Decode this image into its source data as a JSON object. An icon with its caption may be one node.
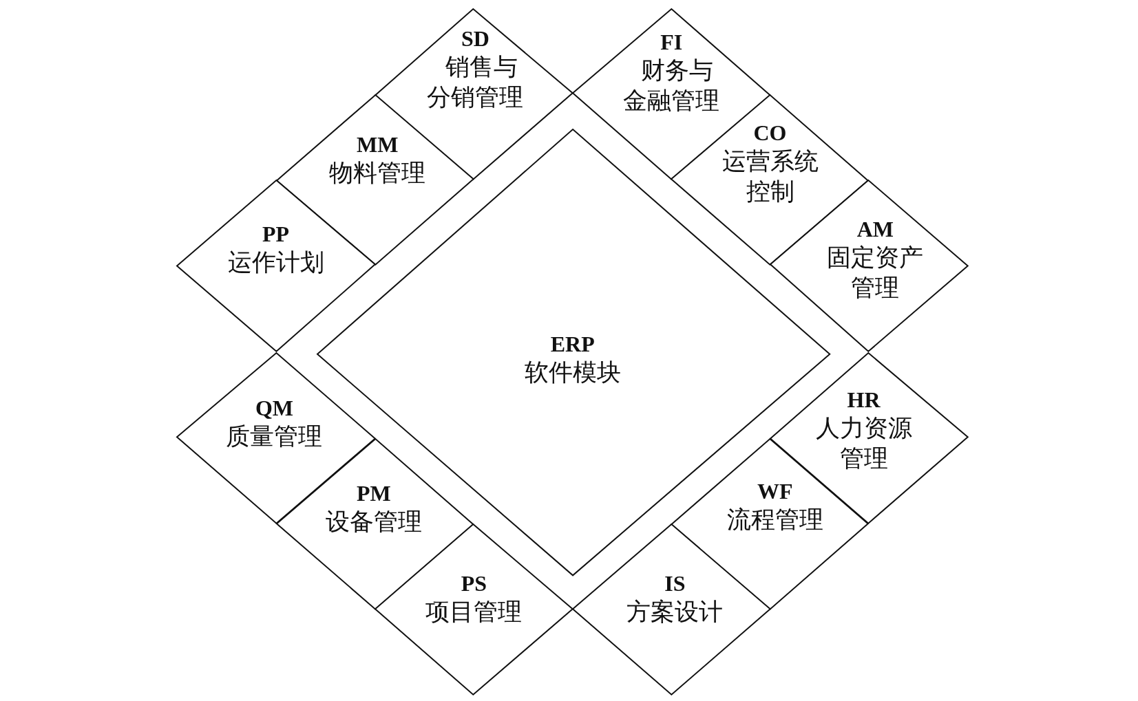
{
  "diagram": {
    "nodes": [
      {
        "text": [
          "SD",
          "销售与分销管理"
        ]
      },
      {
        "text": [
          "FI",
          "财务与金融管理"
        ]
      },
      {
        "text": [
          "CO",
          "运营系统控制"
        ]
      },
      {
        "text": [
          "MM",
          "物料管理"
        ]
      },
      {
        "text": [
          "PP",
          "运作计划"
        ]
      },
      {
        "text": [
          "AM",
          "固定资产管理"
        ]
      },
      {
        "text": [
          "ERP",
          "软件模块"
        ]
      },
      {
        "text": [
          "HR",
          "人力资源管理"
        ]
      },
      {
        "text": [
          "QM",
          "质量管理"
        ]
      },
      {
        "text": [
          "WF",
          "流程管理"
        ]
      },
      {
        "text": [
          "PM",
          "设备管理"
        ]
      },
      {
        "text": [
          "PS",
          "项目管理"
        ]
      },
      {
        "text": [
          "IS",
          "方案设计"
        ]
      }
    ]
  }
}
